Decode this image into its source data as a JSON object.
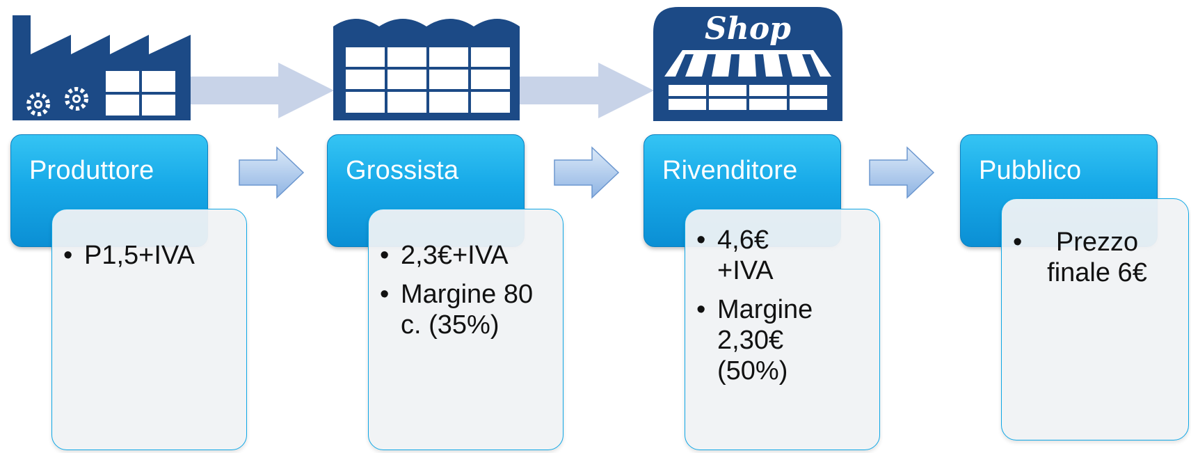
{
  "stages": [
    {
      "label": "Produttore",
      "items": [
        "P1,5+IVA"
      ]
    },
    {
      "label": "Grossista",
      "items": [
        "2,3€+IVA",
        "Margine 80 c. (35%)"
      ]
    },
    {
      "label": "Rivenditore",
      "items": [
        "4,6€ +IVA",
        "Margine 2,30€ (50%)"
      ]
    },
    {
      "label": "Pubblico",
      "items": [
        "Prezzo finale 6€"
      ]
    }
  ],
  "shop_sign": "Shop",
  "colors": {
    "navy": "#1c4a86",
    "accent_blue": "#17a9e8",
    "arrow_fill": "#b9d2ee",
    "big_arrow": "#c8d3e8"
  },
  "icons": [
    "factory-icon",
    "warehouse-icon",
    "shop-icon"
  ]
}
